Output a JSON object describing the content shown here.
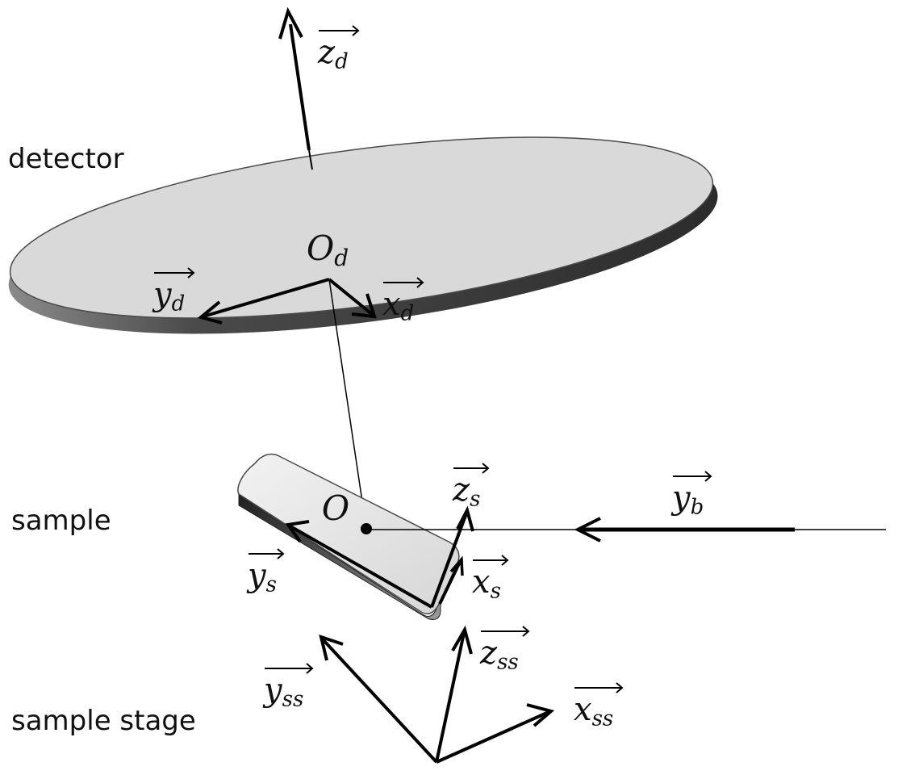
{
  "labels": {
    "detector": "detector",
    "sample": "sample",
    "sample_stage": "sample stage"
  },
  "points": {
    "detector_origin": {
      "base": "O",
      "sub": "d"
    },
    "sample_origin": {
      "base": "O",
      "sub": ""
    }
  },
  "vectors": {
    "z_d": {
      "base": "z",
      "sub": "d"
    },
    "y_d": {
      "base": "y",
      "sub": "d"
    },
    "x_d": {
      "base": "x",
      "sub": "d"
    },
    "z_s": {
      "base": "z",
      "sub": "s"
    },
    "x_s": {
      "base": "x",
      "sub": "s"
    },
    "y_s": {
      "base": "y",
      "sub": "s"
    },
    "y_b": {
      "base": "y",
      "sub": "b"
    },
    "z_ss": {
      "base": "z",
      "sub": "ss"
    },
    "y_ss": {
      "base": "y",
      "sub": "ss"
    },
    "x_ss": {
      "base": "x",
      "sub": "ss"
    }
  },
  "colors": {
    "detector_face": "#d9d9d9",
    "detector_rim": "#555555",
    "sample_face": "#e3e3e3",
    "sample_rim": "#3a3a3a",
    "ink": "#000000"
  }
}
